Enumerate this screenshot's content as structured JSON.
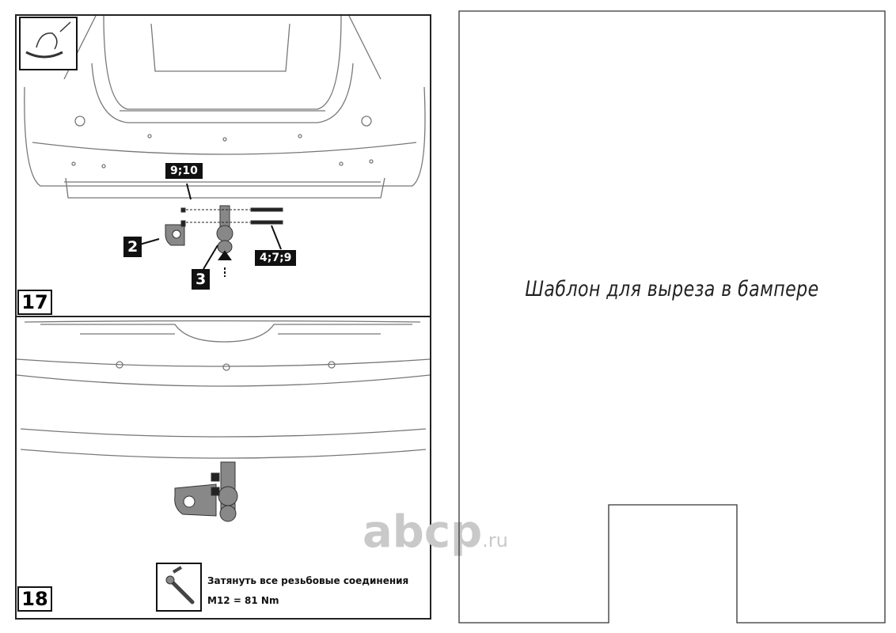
{
  "steps": [
    {
      "number": "17",
      "labels": {
        "nuts": "9;10",
        "bracket": "2",
        "ball": "3",
        "bolts": "4;7;9"
      }
    },
    {
      "number": "18",
      "note": {
        "line1": "Затянуть все резьбовые соединения",
        "line2": "M12 = 81 Nm"
      }
    }
  ],
  "template": {
    "title": "Шаблон для выреза в бампере"
  },
  "watermark": {
    "main": "abcp",
    "suffix": ".ru"
  }
}
